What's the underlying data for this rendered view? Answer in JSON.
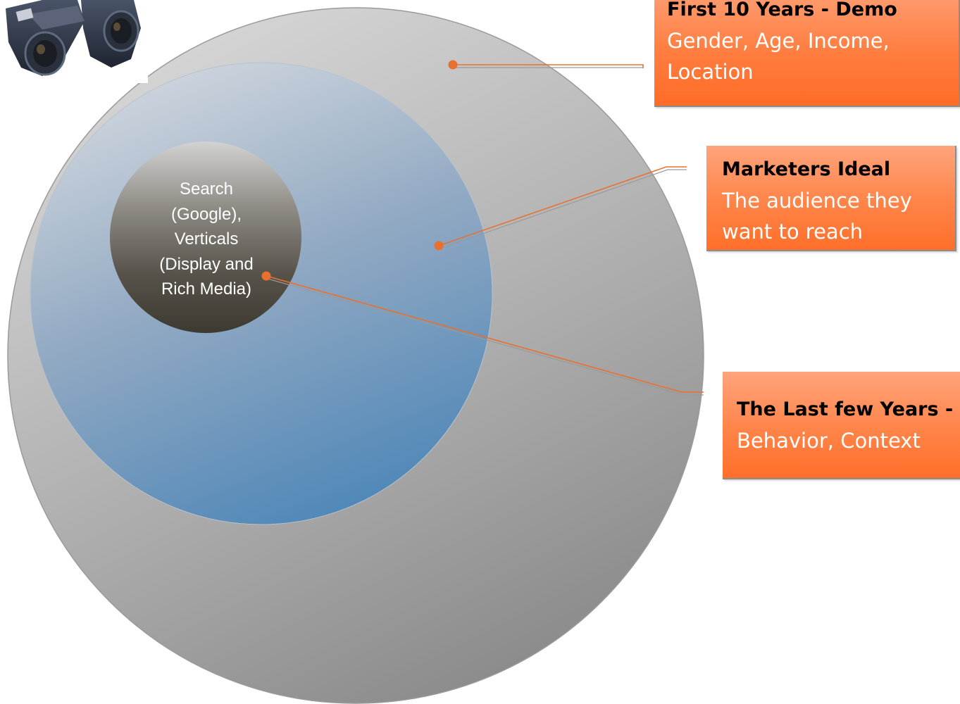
{
  "diagram": {
    "type": "nested-circles",
    "inner_circle_text": "Search\n(Google),\nVerticals\n(Display and\nRich Media)",
    "callouts": [
      {
        "title": "First 10 Years - Demo",
        "lines": [
          "Gender, Age, Income,",
          "Location"
        ]
      },
      {
        "title": "Marketers Ideal",
        "lines": [
          "The audience they",
          "want to reach"
        ]
      },
      {
        "title": "The Last few Years -",
        "lines": [
          "Behavior, Context"
        ]
      }
    ]
  },
  "colors": {
    "callout_fill": "#ff7d3f",
    "connector": "#e8702f",
    "outer_circle": "#a8a8a8",
    "middle_circle": "#5a8fc0",
    "inner_circle": "#4a463d"
  },
  "icons": {
    "top_left_image": "binoculars"
  }
}
